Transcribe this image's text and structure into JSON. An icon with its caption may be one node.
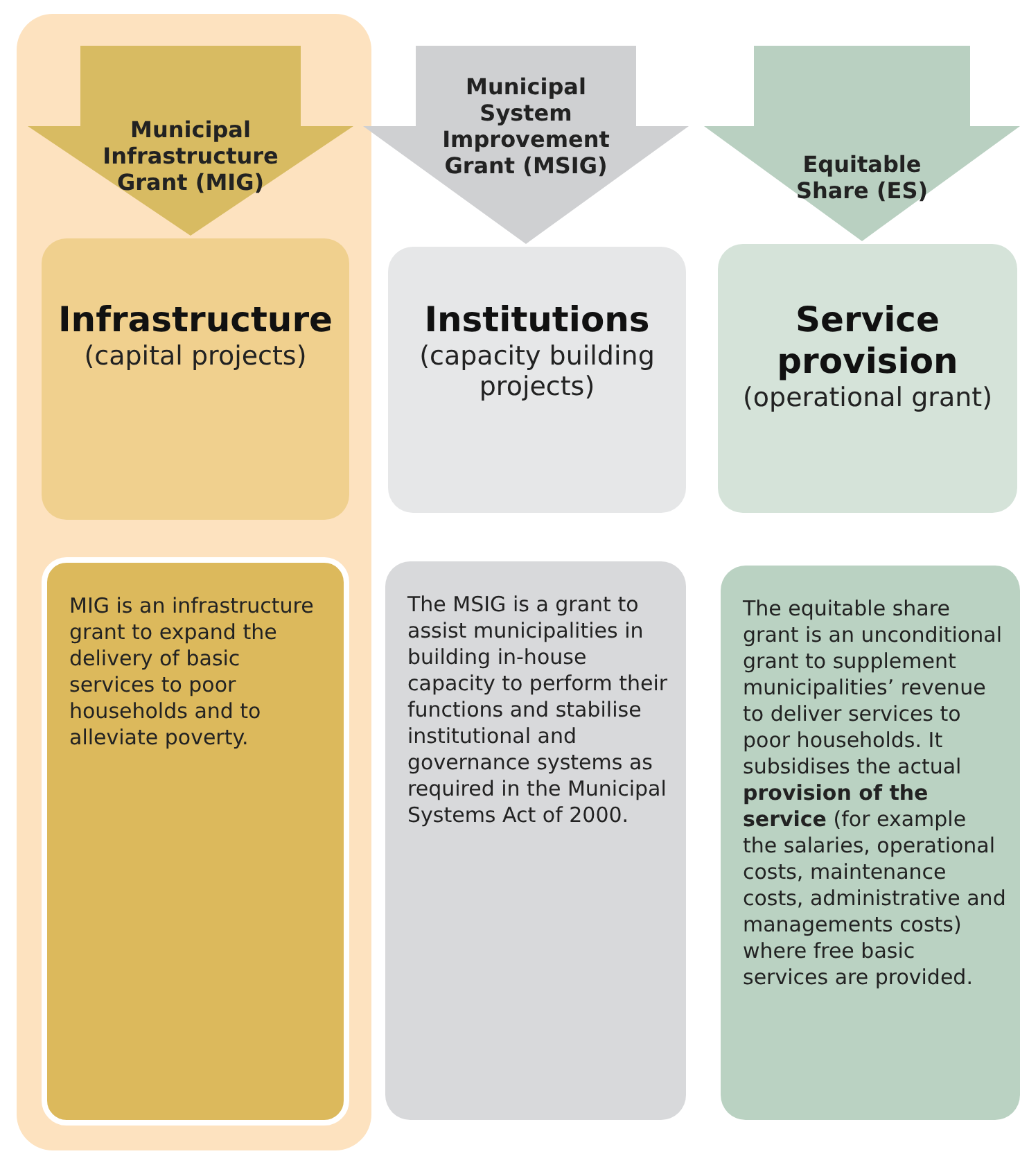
{
  "diagram": {
    "nodes": [
      {
        "text": [],
        "shape": "box"
      },
      {
        "text": [
          "Municipal Infrastructure Grant (MIG)"
        ],
        "in": 0
      },
      {
        "text": [
          "Infrastructure",
          "(capital projects)"
        ],
        "in": 0
      },
      {
        "text": [
          "MIG is an infrastructure grant to expand the delivery of basic services to poor households and to alleviate poverty."
        ],
        "in": 0
      },
      {
        "text": [
          "Municipal System Improvement Grant (MSIG)"
        ]
      },
      {
        "text": [
          "Institutions",
          "(capacity building projects)"
        ]
      },
      {
        "text": [
          "The MSIG is a grant to assist municipalities in building in-house capacity to perform their functions and stabilise institutional and governance systems as required in the Municipal Systems Act of 2000."
        ]
      },
      {
        "text": [
          "Equitable Share (ES)"
        ]
      },
      {
        "text": [
          "Service provision",
          "(operational grant)"
        ]
      },
      {
        "text": [
          "The equitable share grant is an unconditional grant to supplement municipalities’ revenue to deliver services to poor households.  It subsidises the actual **provision of the service** (for example the salaries, operational costs, maintenance costs, administrative and managements costs) where free basic services are provided."
        ]
      }
    ],
    "edges": []
  }
}
